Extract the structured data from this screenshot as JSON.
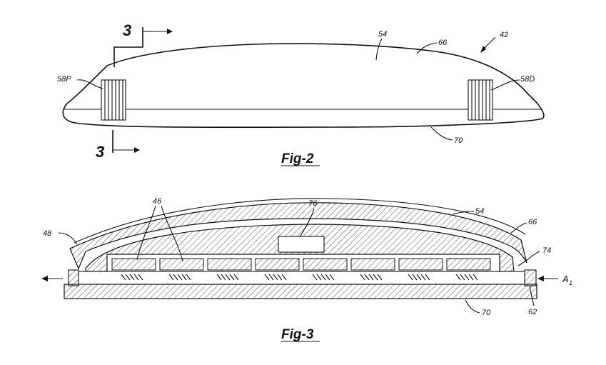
{
  "fig2": {
    "caption": "Fig-2",
    "labels": {
      "section_top": "3",
      "section_bottom": "3",
      "ref_54": "54",
      "ref_66": "66",
      "ref_42": "42",
      "ref_58p": "58P",
      "ref_58d": "58D",
      "ref_70": "70"
    }
  },
  "fig3": {
    "caption": "Fig-3",
    "labels": {
      "ref_46": "46",
      "ref_76": "76",
      "ref_54": "54",
      "ref_66": "66",
      "ref_48": "48",
      "ref_74": "74",
      "ref_a1_main": "A",
      "ref_a1_sub": "1",
      "ref_70": "70",
      "ref_62": "62"
    },
    "module_count": 8
  }
}
